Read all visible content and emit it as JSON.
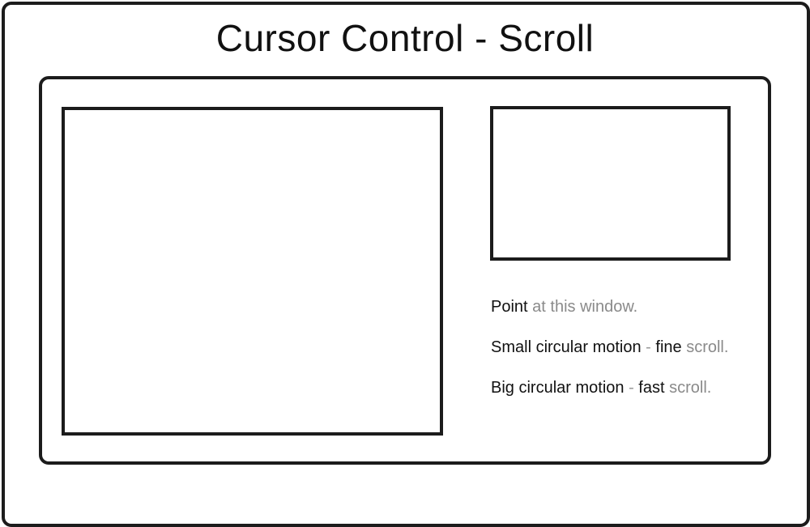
{
  "app": {
    "title": "Cursor Control - Scroll"
  },
  "instructions": [
    {
      "strong": "Point",
      "light": " at this window."
    },
    {
      "strong": "Small circular motion",
      "dash": " - ",
      "strong2": "fine",
      "light": " scroll."
    },
    {
      "strong": "Big circular motion",
      "dash": " - ",
      "strong2": "fast",
      "light": " scroll."
    }
  ],
  "colors": {
    "border": "#1c1c1c",
    "text_primary": "#111111",
    "text_secondary": "#8a8a8a"
  }
}
